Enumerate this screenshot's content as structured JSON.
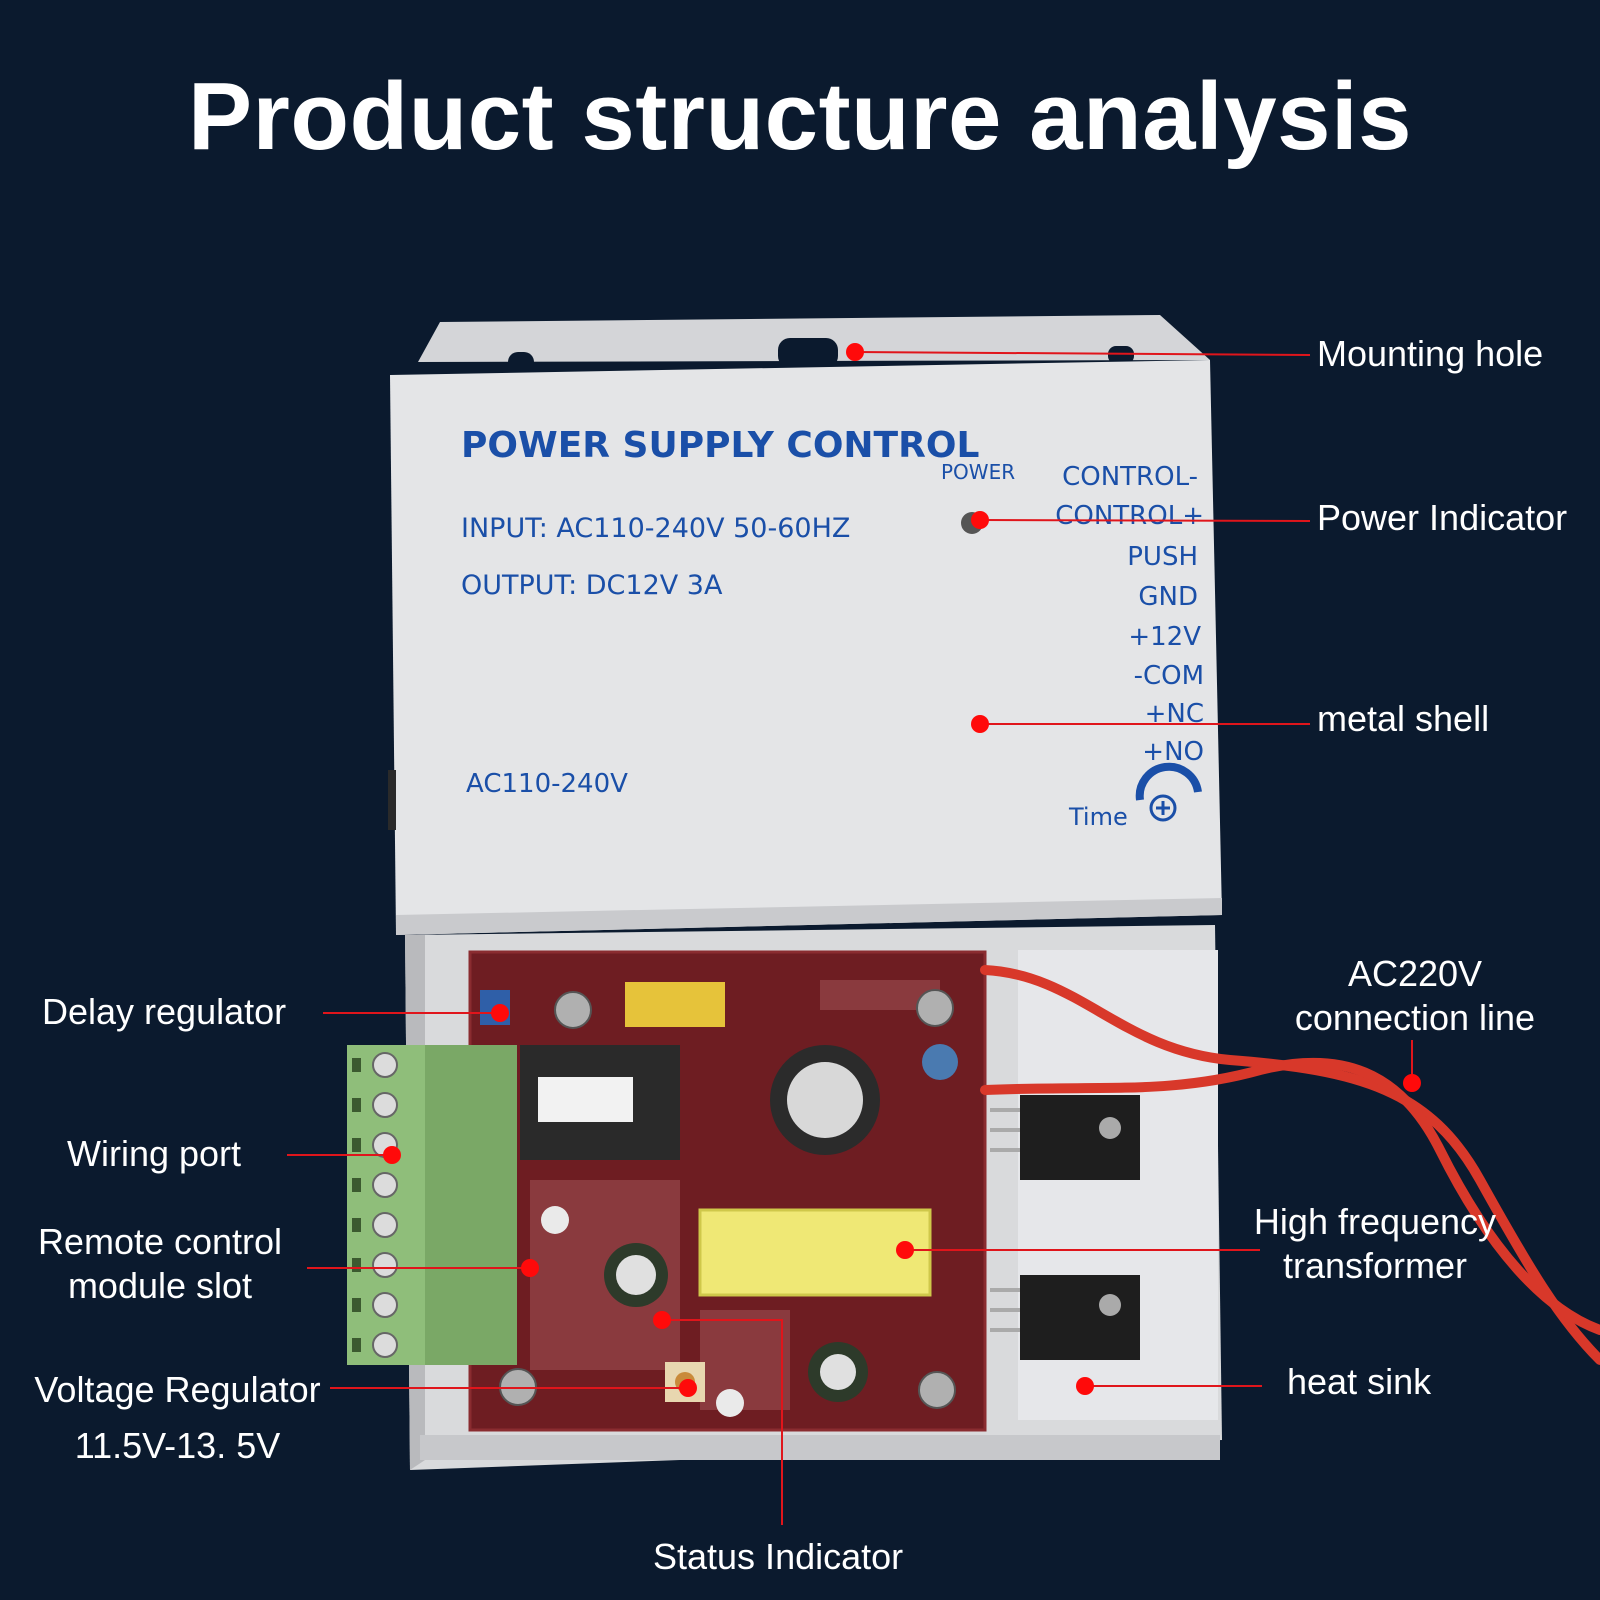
{
  "title": "Product structure analysis",
  "device_labels": {
    "brand": "POWER SUPPLY CONTROL",
    "input": "INPUT: AC110-240V  50-60HZ",
    "output": "OUTPUT: DC12V   3A",
    "ac_range": "AC110-240V",
    "power": "POWER",
    "time": "Time",
    "terminals": [
      "CONTROL-",
      "CONTROL+",
      "PUSH",
      "GND",
      "+12V",
      "-COM",
      "+NC",
      "+NO"
    ]
  },
  "callouts": {
    "mounting_hole": "Mounting hole",
    "power_indicator": "Power Indicator",
    "metal_shell": "metal shell",
    "ac220v_line1": "AC220V",
    "ac220v_line2": "connection line",
    "hf_transformer_line1": "High frequency",
    "hf_transformer_line2": "transformer",
    "heat_sink": "heat sink",
    "delay_regulator": "Delay regulator",
    "wiring_port": "Wiring port",
    "remote_slot_line1": "Remote control",
    "remote_slot_line2": "module slot",
    "voltage_regulator_line1": "Voltage Regulator",
    "voltage_regulator_line2": "11.5V-13. 5V",
    "status_indicator": "Status Indicator"
  },
  "colors": {
    "background": "#0b1a2e",
    "callout_line": "#e0151b",
    "marker_dot": "#ff0a0a",
    "shell": "#e4e5e7",
    "pcb": "#6e1d22",
    "stencil_blue": "#1a4fa8",
    "terminal_green": "#8fbe7a",
    "wire_red": "#d8382a"
  }
}
